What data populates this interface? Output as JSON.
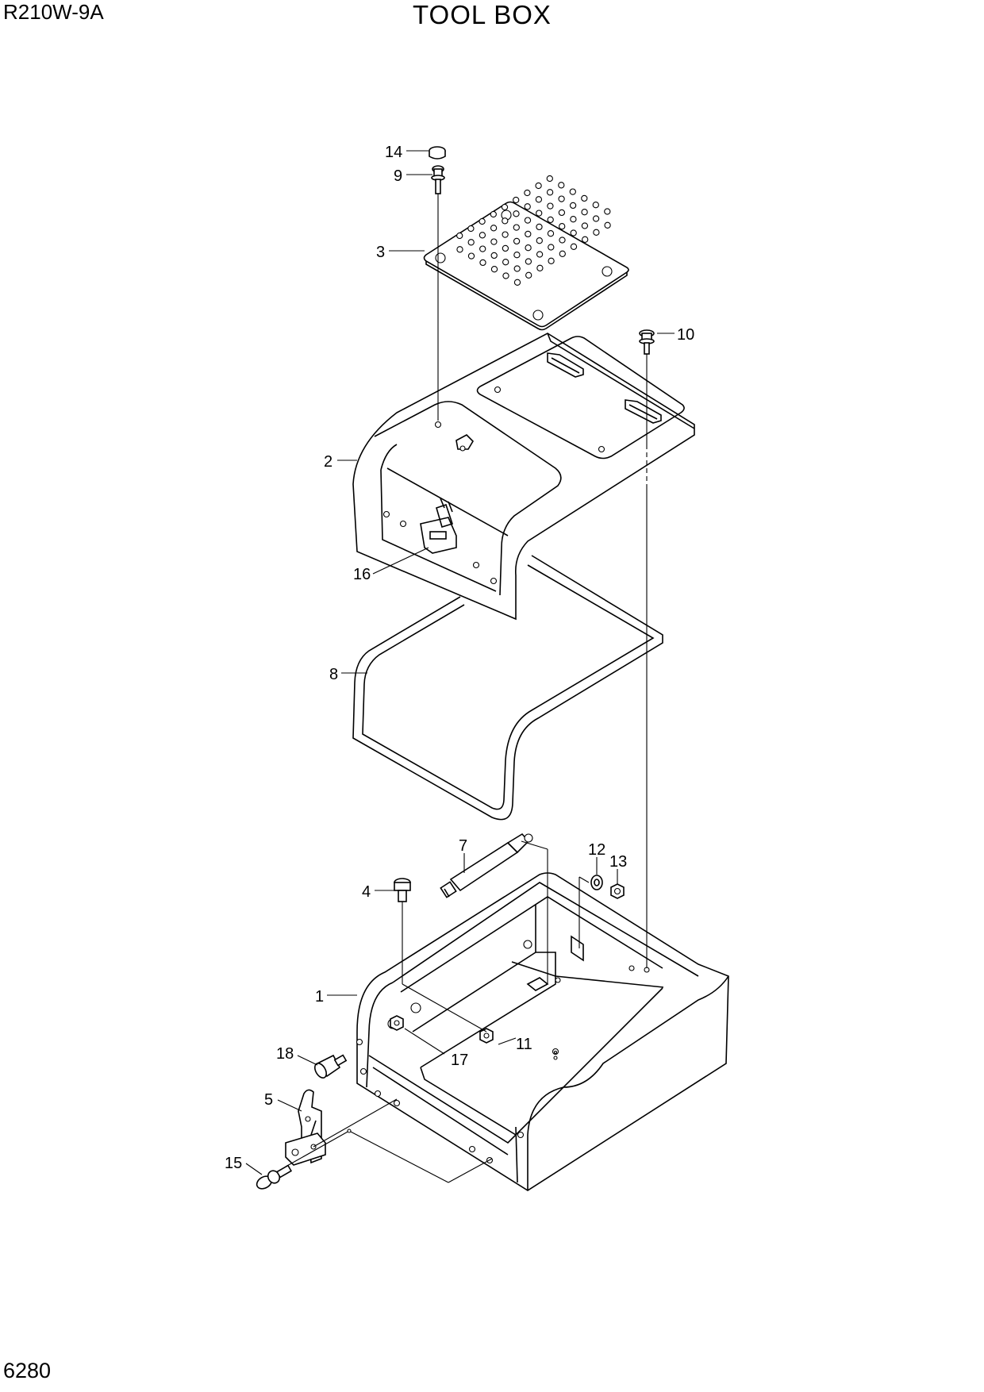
{
  "header": {
    "model": "R210W-9A",
    "title": "TOOL BOX"
  },
  "footer": {
    "page_number": "6280"
  },
  "callouts": {
    "c1": "1",
    "c2": "2",
    "c3": "3",
    "c4": "4",
    "c5": "5",
    "c7": "7",
    "c8": "8",
    "c9": "9",
    "c10": "10",
    "c11": "11",
    "c12": "12",
    "c13": "13",
    "c14": "14",
    "c15": "15",
    "c16": "16",
    "c17": "17",
    "c18": "18"
  }
}
